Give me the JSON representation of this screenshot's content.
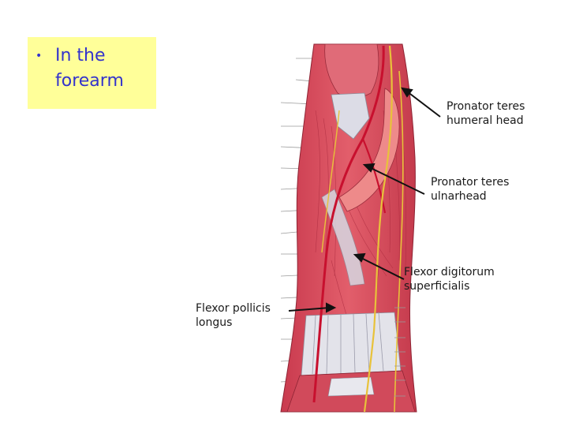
{
  "bullet": {
    "text": "In the forearm",
    "background": "#ffff99",
    "text_color": "#3333cc"
  },
  "labels": {
    "pronator_teres_humeral": "Pronator teres\nhumeral head",
    "pronator_teres_ulnar": "Pronator teres\nulnarhead",
    "flexor_digitorum": "Flexor digitorum\nsuperficialis",
    "flexor_pollicis": "Flexor pollicis\nlongus"
  },
  "colors": {
    "muscle": "#d9485a",
    "muscle_dark": "#b52f43",
    "muscle_light": "#ee8a8a",
    "tendon": "#dcdce6",
    "nerve": "#e8c23a",
    "artery": "#c8102e"
  }
}
